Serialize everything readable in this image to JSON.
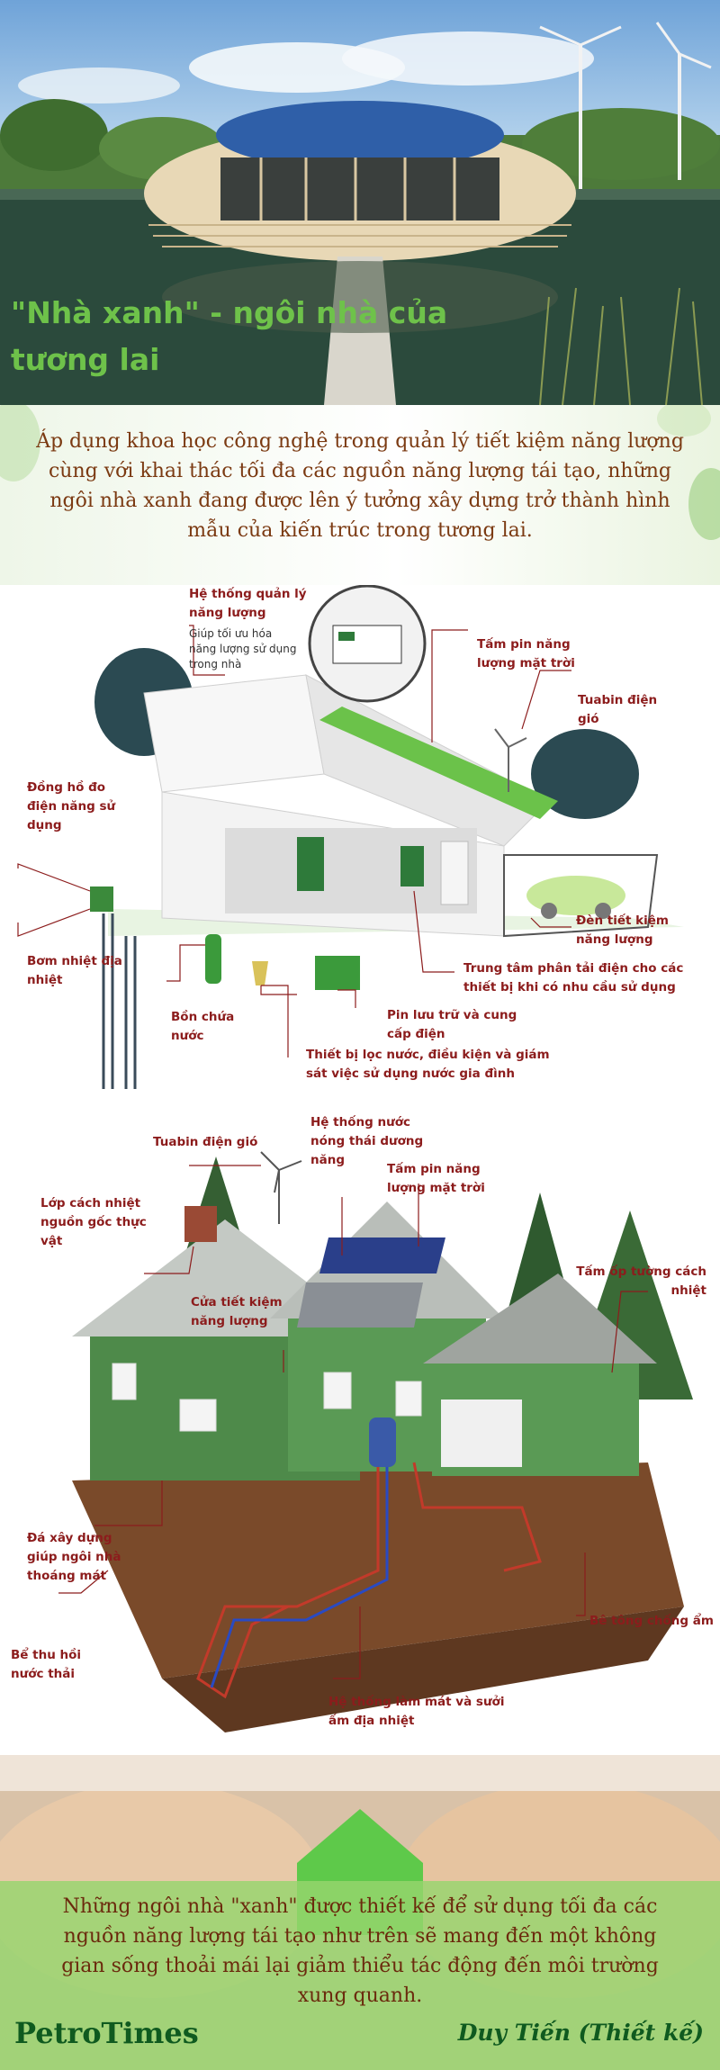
{
  "header": {
    "title": "\"Nhà xanh\" - ngôi nhà của tương lai"
  },
  "intro": {
    "text": "Áp dụng khoa học công nghệ trong quản lý tiết kiệm năng lượng cùng với khai thác tối đa các nguồn năng lượng tái tạo, những ngôi nhà xanh đang được lên ý tưởng xây dựng trở thành hình mẫu của kiến trúc trong tương lai."
  },
  "diagram1": {
    "energy_management": "Hệ thống quản lý năng lượng",
    "energy_management_desc": "Giúp tối ưu hóa năng lượng sử dụng trong nhà",
    "solar_panel": "Tấm pin năng lượng mặt trời",
    "wind_turbine": "Tuabin điện gió",
    "meter": "Đồng hồ đo điện năng sử dụng",
    "heat_pump": "Bơm nhiệt địa nhiệt",
    "water_tank": "Bồn chứa nước",
    "storage": "Pin lưu trữ và cung cấp điện",
    "water_device": "Thiết bị lọc nước, điều kiện và giám sát việc sử dụng nước gia đình",
    "power_center": "Trung tâm phân tải điện cho các thiết bị khi có nhu cầu sử dụng",
    "led": "Đèn tiết kiệm năng lượng"
  },
  "diagram2": {
    "wind_turbine": "Tuabin điện gió",
    "solar_water": "Hệ thống nước nóng thái dương năng",
    "solar_panel": "Tấm pin năng lượng mặt trời",
    "insulation": "Lớp cách nhiệt nguồn gốc thực vật",
    "wall_panel": "Tấm ốp tường cách nhiệt",
    "windows": "Cửa tiết kiệm năng lượng",
    "stone": "Đá xây dựng giúp ngôi nhà thoáng mát",
    "waste_tank": "Bể thu hồi nước thải",
    "concrete": "Bê tông chống ẩm",
    "geothermal": "Hệ thống làm mát và sưởi ấm địa nhiệt"
  },
  "footer": {
    "text": "Những ngôi nhà \"xanh\" được thiết kế để sử dụng tối đa các nguồn năng lượng tái tạo như trên sẽ mang đến một không gian sống thoải mái lại giảm thiểu tác động đến môi trường xung quanh.",
    "brand": "PetroTimes",
    "credit": "Duy Tiến (Thiết kế)"
  },
  "colors": {
    "title_green": "#6ec24a",
    "label_red": "#8c1c1c",
    "text_brown": "#7b3a12",
    "brand_green": "#0f5a1f"
  }
}
